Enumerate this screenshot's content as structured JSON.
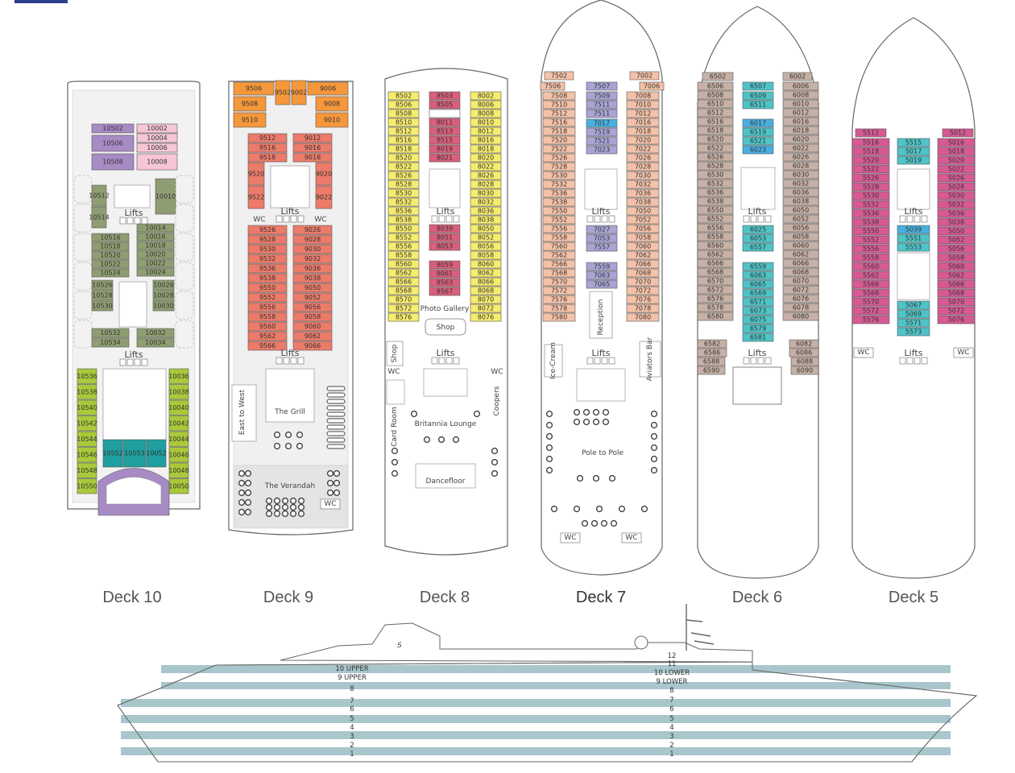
{
  "colors": {
    "purple": "#a78bc4",
    "pink_light": "#f5c6d6",
    "blue_light": "#a9d8ef",
    "olive": "#8f9e72",
    "lime": "#a9c93a",
    "teal": "#1f9f9f",
    "orange": "#f5973b",
    "salmon": "#ec7b6a",
    "yellow": "#f6ec6e",
    "rose": "#d95f7d",
    "peach": "#f4c2a8",
    "lavender": "#a8a5d4",
    "sky": "#48b0e0",
    "taupe": "#c7b1a6",
    "cyan": "#4fc4c8",
    "green": "#72b94e",
    "magenta": "#d65a94",
    "tan": "#e8c08a",
    "hull_stripe": "#9fc0c6"
  },
  "decks": [
    {
      "label": "Deck 10",
      "lifts": "Lifts",
      "columns": [
        {
          "color": "purple",
          "cabins": [
            "10502",
            "10506",
            "10508"
          ]
        },
        {
          "color": "pink_light",
          "cabins": [
            "10002",
            "10004",
            "10006",
            "10008"
          ]
        },
        {
          "color": "olive",
          "cabins": [
            "10512",
            "10514",
            "10516",
            "10518",
            "10520",
            "10522",
            "10524",
            "10526",
            "10528",
            "10530",
            "10532",
            "10534"
          ]
        },
        {
          "color": "olive",
          "cabins": [
            "10010",
            "10014",
            "10016",
            "10018",
            "10020",
            "10022",
            "10024",
            "10026",
            "10028",
            "10030",
            "10032",
            "10034"
          ]
        },
        {
          "color": "lime",
          "cabins": [
            "10536",
            "10538",
            "10540",
            "10542",
            "10544",
            "10546",
            "10548",
            "10550"
          ]
        },
        {
          "color": "lime",
          "cabins": [
            "10036",
            "10038",
            "10040",
            "10042",
            "10044",
            "10046",
            "10048",
            "10050"
          ]
        },
        {
          "color": "teal",
          "cabins": [
            "10552",
            "10553",
            "10052"
          ]
        }
      ]
    },
    {
      "label": "Deck 9",
      "lifts": "Lifts",
      "venues": [
        "WC",
        "WC",
        "East to West",
        "The Grill",
        "The Verandah",
        "WC"
      ],
      "columns": [
        {
          "color": "orange",
          "cabins": [
            "9506",
            "9508",
            "9510",
            "9502",
            "9002",
            "9006",
            "9008",
            "9010"
          ]
        },
        {
          "color": "salmon",
          "cabins": [
            "9512",
            "9516",
            "9518",
            "9520",
            "9522",
            "9526",
            "9528",
            "9530",
            "9532",
            "9536",
            "9538",
            "9550",
            "9552",
            "9556",
            "9558",
            "9560",
            "9562",
            "9566"
          ]
        },
        {
          "color": "salmon",
          "cabins": [
            "9012",
            "9016",
            "9018",
            "9020",
            "9022",
            "9026",
            "9028",
            "9030",
            "9032",
            "9036",
            "9038",
            "9050",
            "9052",
            "9056",
            "9058",
            "9060",
            "9062",
            "9066"
          ]
        }
      ]
    },
    {
      "label": "Deck 8",
      "lifts": "Lifts",
      "venues": [
        "Photo Gallery",
        "Shop",
        "Shop",
        "WC",
        "WC",
        "Card Room",
        "Britannia Lounge",
        "Coopers",
        "Dancefloor"
      ],
      "columns": [
        {
          "color": "yellow",
          "cabins": [
            "8502",
            "8506",
            "8508",
            "8510",
            "8512",
            "8516",
            "8518",
            "8520",
            "8522",
            "8526",
            "8528",
            "8530",
            "8532",
            "8536",
            "8538",
            "8550",
            "8552",
            "8556",
            "8558",
            "8560",
            "8562",
            "8566",
            "8568",
            "8570",
            "8572",
            "8576"
          ]
        },
        {
          "color": "rose",
          "cabins": [
            "8503",
            "8505",
            "8011",
            "8513",
            "8515",
            "8019",
            "8021",
            "8039",
            "8051",
            "8053",
            "8059",
            "8061",
            "8563",
            "8567"
          ]
        },
        {
          "color": "yellow",
          "cabins": [
            "8002",
            "8006",
            "8008",
            "8010",
            "8012",
            "8016",
            "8018",
            "8020",
            "8022",
            "8026",
            "8028",
            "8030",
            "8032",
            "8036",
            "8038",
            "8050",
            "8052",
            "8056",
            "8058",
            "8060",
            "8062",
            "8066",
            "8068",
            "8070",
            "8072",
            "8076"
          ]
        }
      ]
    },
    {
      "label": "Deck 7",
      "lifts": "Lifts",
      "venues": [
        "Reception",
        "Ice-Cream",
        "Aviators Bar",
        "Pole to Pole",
        "WC",
        "WC"
      ],
      "columns": [
        {
          "color": "peach",
          "cabins": [
            "7502",
            "7506",
            "7508",
            "7510",
            "7512",
            "7516",
            "7518",
            "7520",
            "7522",
            "7526",
            "7528",
            "7530",
            "7532",
            "7536",
            "7538",
            "7550",
            "7552",
            "7556",
            "7558",
            "7560",
            "7562",
            "7566",
            "7568",
            "7570",
            "7572",
            "7576",
            "7578",
            "7580"
          ]
        },
        {
          "color": "lavender",
          "cabins": [
            "7507",
            "7509",
            "7511",
            "7017",
            "7519",
            "7521",
            "7023",
            "7027",
            "7053",
            "7557",
            "7559",
            "7063",
            "7065"
          ]
        },
        {
          "color": "peach",
          "cabins": [
            "7002",
            "7006",
            "7008",
            "7010",
            "7012",
            "7016",
            "7018",
            "7020",
            "7022",
            "7026",
            "7028",
            "7030",
            "7032",
            "7036",
            "7038",
            "7050",
            "7052",
            "7056",
            "7058",
            "7060",
            "7062",
            "7066",
            "7068",
            "7070",
            "7072",
            "7076",
            "7078",
            "7080"
          ]
        }
      ]
    },
    {
      "label": "Deck 6",
      "lifts": "Lifts",
      "columns": [
        {
          "color": "taupe",
          "cabins": [
            "6502",
            "6506",
            "6508",
            "6510",
            "6512",
            "6516",
            "6518",
            "6520",
            "6522",
            "6526",
            "6528",
            "6530",
            "6532",
            "6536",
            "6538",
            "6550",
            "6552",
            "6556",
            "6558",
            "6560",
            "6562",
            "6566",
            "6568",
            "6570",
            "6572",
            "6576",
            "6578",
            "6580",
            "6582",
            "6586",
            "6588",
            "6590"
          ]
        },
        {
          "color": "cyan",
          "cabins": [
            "6507",
            "6509",
            "6511",
            "6017",
            "6519",
            "6521",
            "6023",
            "6025",
            "6053",
            "6557",
            "6559",
            "6063",
            "6065",
            "6569",
            "6571",
            "6073",
            "6075",
            "6579",
            "6581"
          ]
        },
        {
          "color": "taupe",
          "cabins": [
            "6002",
            "6006",
            "6008",
            "6010",
            "6012",
            "6016",
            "6018",
            "6020",
            "6022",
            "6026",
            "6028",
            "6030",
            "6032",
            "6036",
            "6038",
            "6050",
            "6052",
            "6056",
            "6058",
            "6060",
            "6062",
            "6066",
            "6068",
            "6070",
            "6072",
            "6076",
            "6078",
            "6080",
            "6082",
            "6086",
            "6088",
            "6090"
          ]
        }
      ]
    },
    {
      "label": "Deck 5",
      "lifts": "Lifts",
      "venues": [
        "WC",
        "WC"
      ],
      "columns": [
        {
          "color": "magenta",
          "cabins": [
            "5512",
            "5516",
            "5518",
            "5520",
            "5522",
            "5526",
            "5528",
            "5530",
            "5532",
            "5536",
            "5538",
            "5550",
            "5552",
            "5556",
            "5558",
            "5560",
            "5562",
            "5566",
            "5568",
            "5570",
            "5572",
            "5576"
          ]
        },
        {
          "color": "cyan",
          "cabins": [
            "5515",
            "5017",
            "5019",
            "5039",
            "5551",
            "5553",
            "5067",
            "5069",
            "5571",
            "5573"
          ]
        },
        {
          "color": "magenta",
          "cabins": [
            "5012",
            "5016",
            "5018",
            "5020",
            "5022",
            "5026",
            "5028",
            "5030",
            "5032",
            "5036",
            "5038",
            "5050",
            "5052",
            "5056",
            "5058",
            "5060",
            "5062",
            "5066",
            "5068",
            "5070",
            "5072",
            "5076"
          ]
        }
      ]
    }
  ],
  "profile": {
    "left_labels": [
      "10 UPPER",
      "9 UPPER",
      "8",
      "7",
      "6",
      "5",
      "4",
      "3",
      "2",
      "1"
    ],
    "right_labels": [
      "12",
      "11",
      "10 LOWER",
      "9 LOWER",
      "8",
      "7",
      "6",
      "5",
      "4",
      "3",
      "2",
      "1"
    ],
    "logo_letter": "S"
  }
}
